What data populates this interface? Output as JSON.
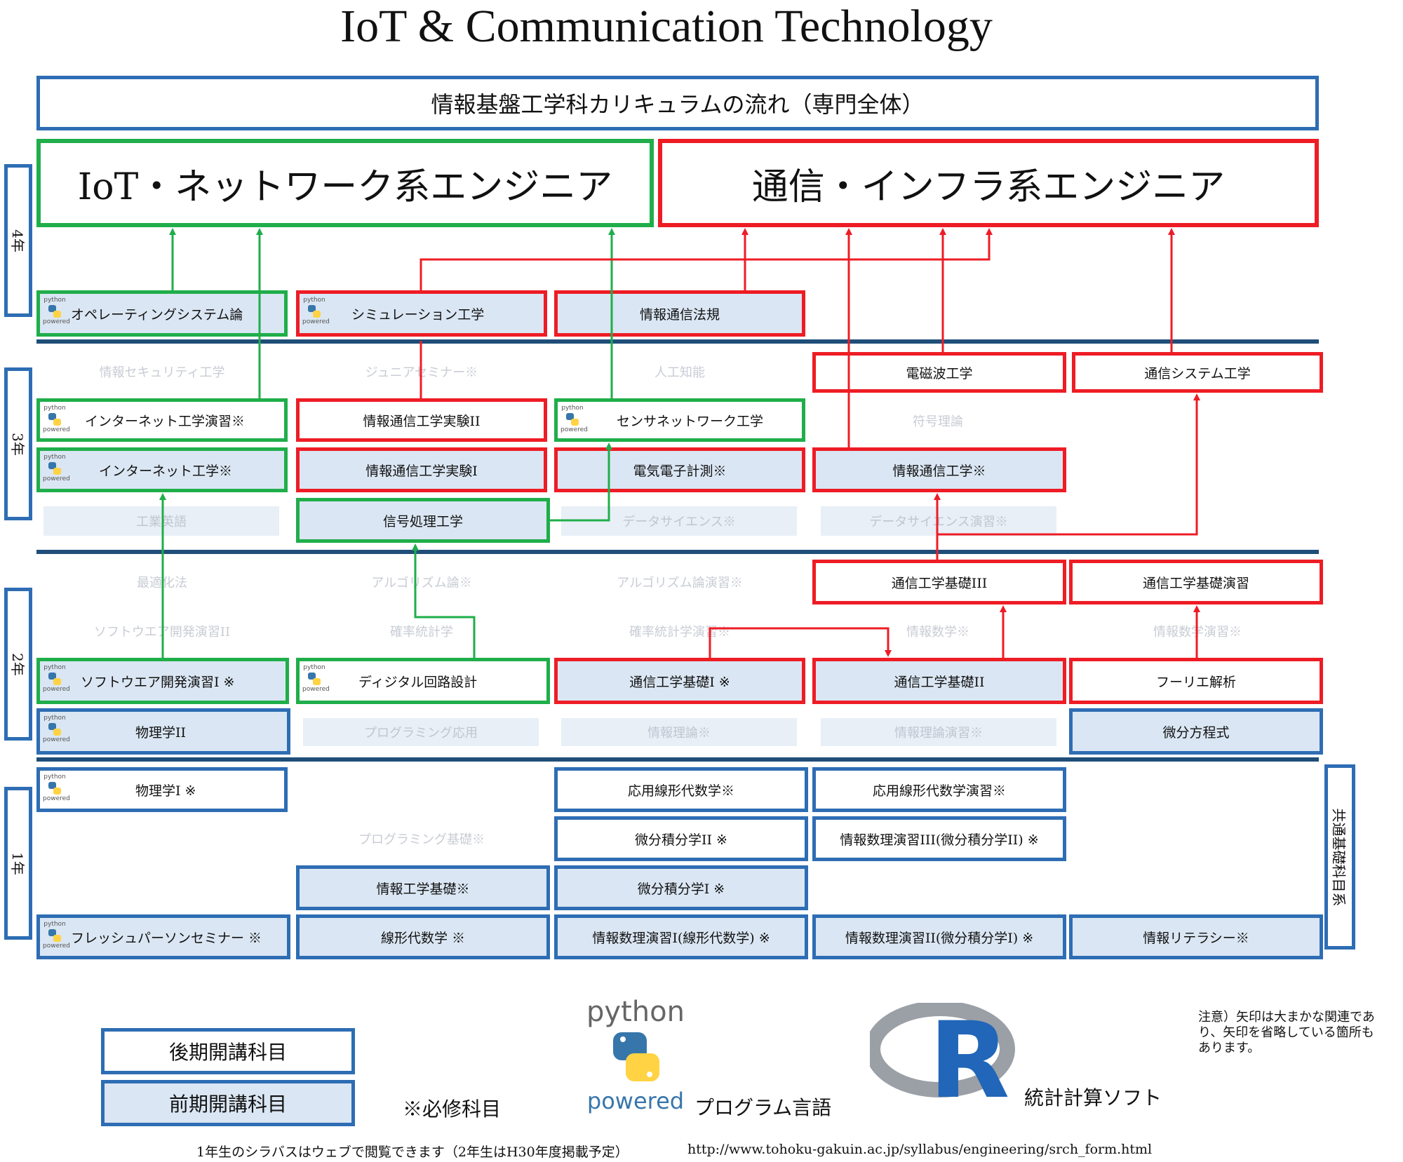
{
  "title": "IoT & Communication Technology",
  "header": "情報基盤工学科カリキュラムの流れ（専門全体）",
  "careers": {
    "iot": "IoT・ネットワーク系エンジニア",
    "comm": "通信・インフラ系エンジニア"
  },
  "years": {
    "y4": "4年",
    "y3": "3年",
    "y2": "2年",
    "y1": "1年"
  },
  "common_label": "共通基礎科目系",
  "python_icon": {
    "top": "python",
    "bottom": "powered"
  },
  "courses": {
    "os": "オペレーティングシステム論",
    "sim": "シミュレーション工学",
    "law": "情報通信法規",
    "sec": "情報セキュリティ工学",
    "junior": "ジュニアセミナー※",
    "ai": "人工知能",
    "em": "電磁波工学",
    "commsys": "通信システム工学",
    "inetex": "インターネット工学演習※",
    "exp2": "情報通信工学実験II",
    "sensor": "センサネットワーク工学",
    "coding": "符号理論",
    "inet": "インターネット工学※",
    "exp1": "情報通信工学実験I",
    "meas": "電気電子計測※",
    "icomm": "情報通信工学※",
    "eng": "工業英語",
    "signal": "信号処理工学",
    "ds": "データサイエンス※",
    "dsex": "データサイエンス演習※",
    "opt": "最適化法",
    "algo": "アルゴリズム論※",
    "algoex": "アルゴリズム論演習※",
    "cb3": "通信工学基礎III",
    "cbex": "通信工学基礎演習",
    "sw2": "ソフトウエア開発演習II",
    "prob": "確率統計学",
    "probex": "確率統計学演習※",
    "imath": "情報数学※",
    "imathex": "情報数学演習※",
    "sw1": "ソフトウエア開発演習I ※",
    "digital": "ディジタル回路設計",
    "cb1": "通信工学基礎I ※",
    "cb2": "通信工学基礎II",
    "fourier": "フーリエ解析",
    "phys2": "物理学II",
    "progapp": "プログラミング応用",
    "info": "情報理論※",
    "infoex": "情報理論演習※",
    "diffeq": "微分方程式",
    "phys1": "物理学I ※",
    "applin": "応用線形代数学※",
    "applinex": "応用線形代数学演習※",
    "progbase": "プログラミング基礎※",
    "calc2": "微分積分学II ※",
    "mathex3": "情報数理演習III(微分積分学II) ※",
    "infoeng": "情報工学基礎※",
    "calc1": "微分積分学I ※",
    "fresh": "フレッシュパーソンセミナー ※",
    "linalg": "線形代数学 ※",
    "mathex1": "情報数理演習I(線形代数学) ※",
    "mathex2": "情報数理演習II(微分積分学I) ※",
    "literacy": "情報リテラシー※"
  },
  "legend": {
    "late": "後期開講科目",
    "early": "前期開講科目",
    "required": "※必修科目",
    "python_top": "python",
    "python_bottom": "powered",
    "python_caption": "プログラム言語",
    "r_letter": "R",
    "r_caption": "統計計算ソフト"
  },
  "note": "注意）矢印は大まかな関連であり、矢印を省略している箇所もあります。",
  "footer": {
    "syllabus": "1年生のシラバスはウェブで閲覧できます（2年生はH30年度掲載予定）",
    "url": "http://www.tohoku-gakuin.ac.jp/syllabus/engineering/srch_form.html"
  },
  "colors": {
    "blue": "#2e6db4",
    "green": "#1fae4a",
    "red": "#ee1c25",
    "spring_fill": "#dae6f3",
    "divider": "#1f4e79",
    "python_blue": "#3776ab",
    "python_yellow": "#ffd343"
  }
}
